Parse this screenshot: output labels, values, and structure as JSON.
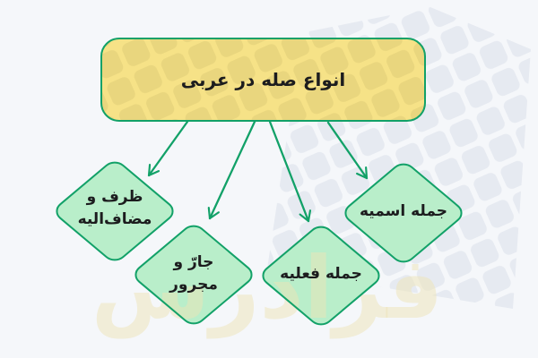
{
  "diagram": {
    "title": "انواع صله در عربی",
    "nodes": [
      {
        "label": "ظرف و\nمضاف‌الیه"
      },
      {
        "label": "جارّ و\nمجرور"
      },
      {
        "label": "جمله فعلیه"
      },
      {
        "label": "جمله اسمیه"
      }
    ],
    "watermark_text": "فرادرس",
    "colors": {
      "background": "#f5f7fa",
      "title_box_fill": "#f6e287",
      "node_fill": "#b9eeca",
      "green_stroke": "#12a168",
      "text": "#1c1c1e",
      "tile_watermark": "#e9edf4",
      "word_watermark": "#eee4b6"
    }
  }
}
